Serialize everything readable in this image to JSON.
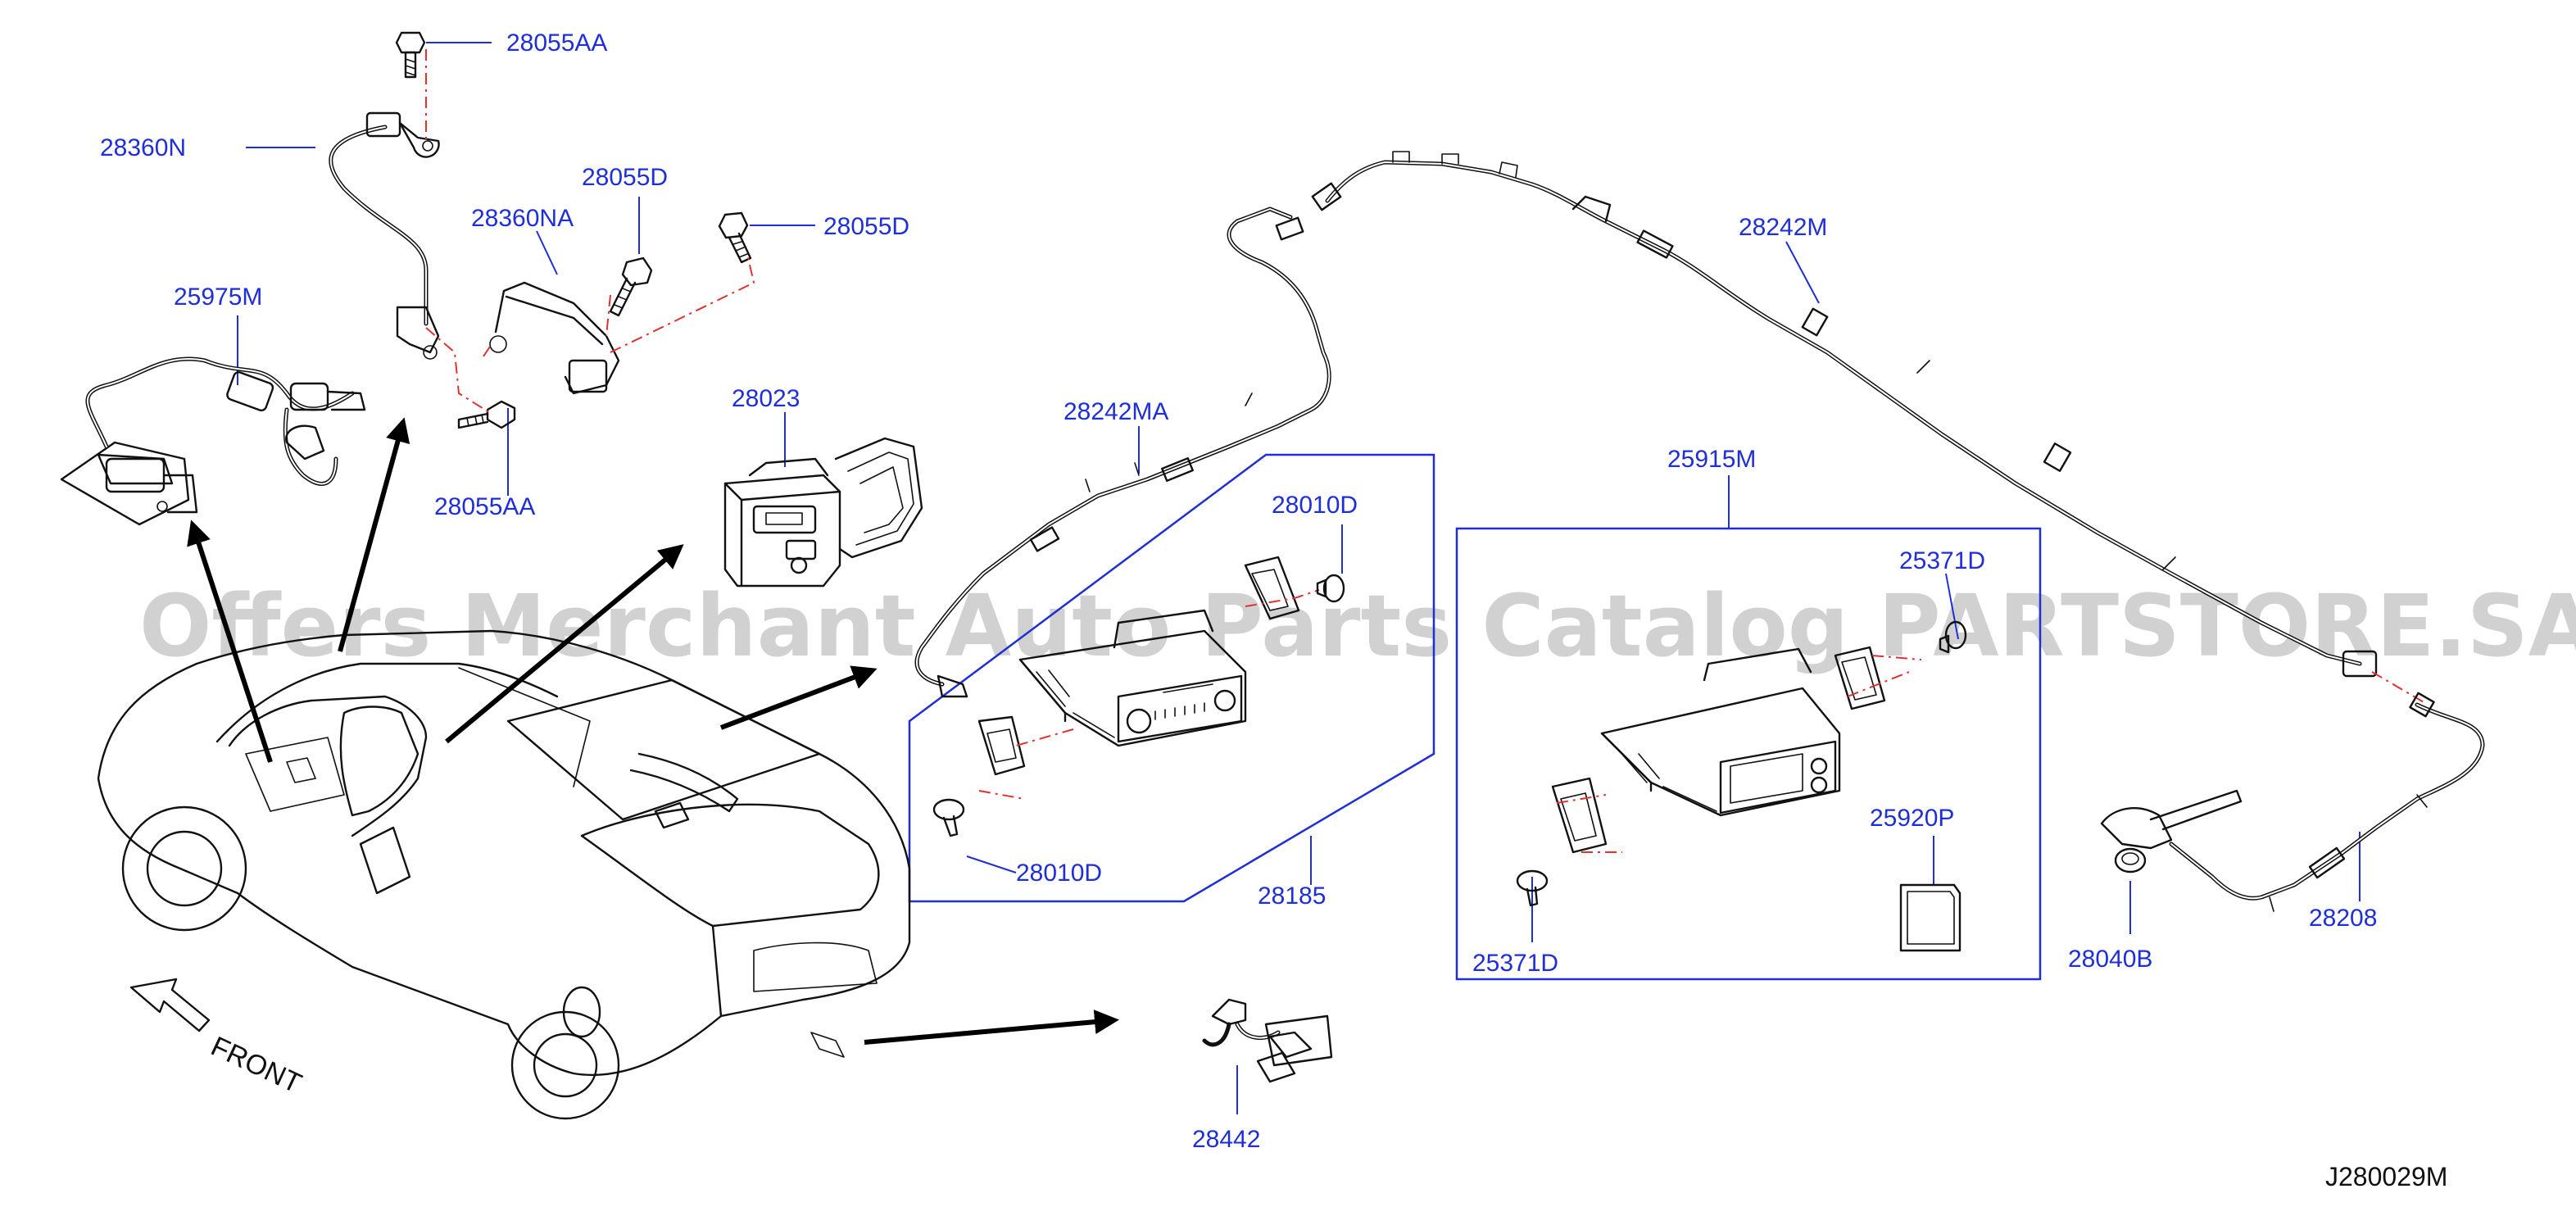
{
  "diagram": {
    "code": "J280029M",
    "front_label": "FRONT",
    "watermark": "Offers Merchant Auto Parts Catalog PARTSTORE.SA"
  },
  "parts": {
    "p28055AA_top": "28055AA",
    "p28360N": "28360N",
    "p28055D_a": "28055D",
    "p28360NA": "28360NA",
    "p28055D_b": "28055D",
    "p25975M": "25975M",
    "p28055AA_bot": "28055AA",
    "p28023": "28023",
    "p28242MA": "28242MA",
    "p28242M": "28242M",
    "p28010D_top": "28010D",
    "p28010D_bot": "28010D",
    "p28185": "28185",
    "p25915M": "25915M",
    "p25371D_top": "25371D",
    "p25371D_bot": "25371D",
    "p25920P": "25920P",
    "p28040B": "28040B",
    "p28208": "28208",
    "p28442": "28442"
  },
  "colors": {
    "label": "#1f2fd6",
    "line": "#111111",
    "dash": "#e03030"
  }
}
